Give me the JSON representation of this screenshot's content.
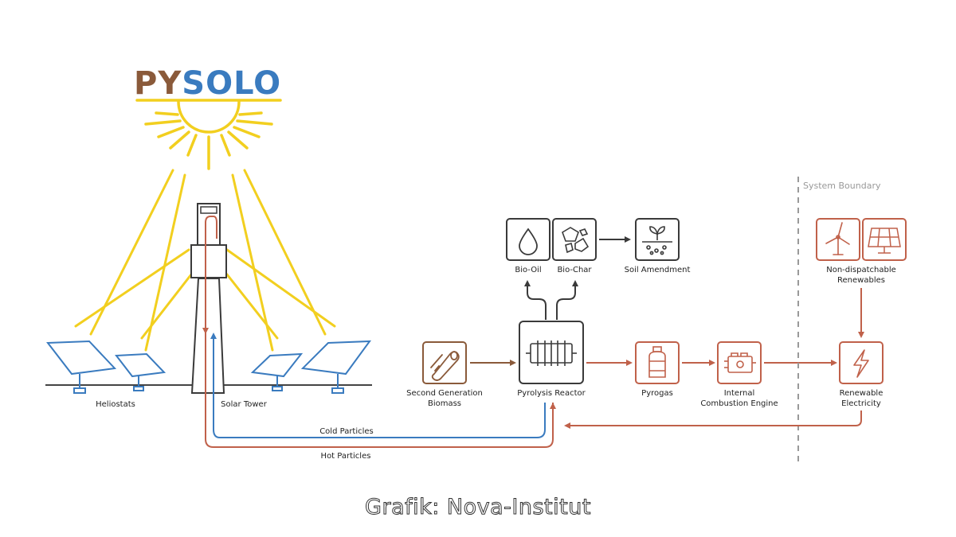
{
  "logo": {
    "part1": "PY",
    "part2": "SOLO"
  },
  "colors": {
    "brown": "#8a5a3a",
    "blue": "#3a7bbf",
    "sun": "#f2cf1f",
    "orange": "#c0614a",
    "dark": "#3a3a3a",
    "ground": "#444444",
    "boundary": "#999999"
  },
  "labels": {
    "heliostats": "Heliostats",
    "solar_tower": "Solar Tower",
    "cold_particles": "Cold Particles",
    "hot_particles": "Hot Particles",
    "biomass_line1": "Second Generation",
    "biomass_line2": "Biomass",
    "pyrolysis_reactor": "Pyrolysis Reactor",
    "bio_oil": "Bio-Oil",
    "bio_char": "Bio-Char",
    "soil_amendment": "Soil Amendment",
    "pyrogas": "Pyrogas",
    "ice_line1": "Internal",
    "ice_line2": "Combustion Engine",
    "renewables_line1": "Non-dispatchable",
    "renewables_line2": "Renewables",
    "electricity_line1": "Renewable",
    "electricity_line2": "Electricity",
    "system_boundary": "System Boundary"
  },
  "icons": {
    "biomass": "logs-icon",
    "reactor": "reactor-icon",
    "bio_oil": "droplet-icon",
    "bio_char": "char-rocks-icon",
    "soil": "soil-sprout-icon",
    "pyrogas": "gas-cylinder-icon",
    "engine": "engine-icon",
    "wind": "wind-turbine-icon",
    "solar": "solar-panel-icon",
    "electricity": "lightning-icon"
  },
  "credit": "Grafik: Nova-Institut"
}
